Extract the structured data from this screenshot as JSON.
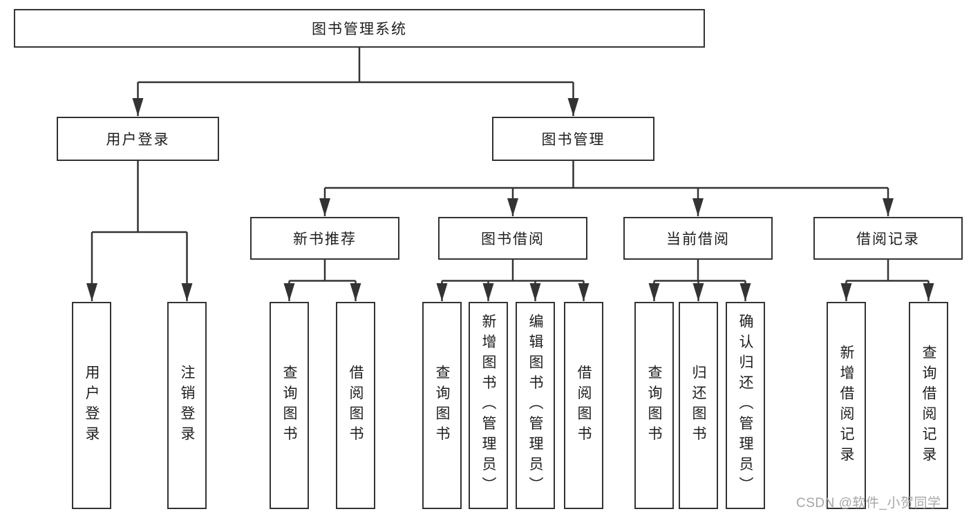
{
  "tree": {
    "root": {
      "label": "图书管理系统"
    },
    "branches": [
      {
        "label": "用户登录",
        "children": [
          {
            "label": "用户登录"
          },
          {
            "label": "注销登录"
          }
        ]
      },
      {
        "label": "图书管理",
        "sections": [
          {
            "label": "新书推荐",
            "children": [
              {
                "label": "查询图书"
              },
              {
                "label": "借阅图书"
              }
            ]
          },
          {
            "label": "图书借阅",
            "children": [
              {
                "label": "查询图书"
              },
              {
                "label": "新增图书（管理员）"
              },
              {
                "label": "编辑图书（管理员）"
              },
              {
                "label": "借阅图书"
              }
            ]
          },
          {
            "label": "当前借阅",
            "children": [
              {
                "label": "查询图书"
              },
              {
                "label": "归还图书"
              },
              {
                "label": "确认归还（管理员）"
              }
            ]
          },
          {
            "label": "借阅记录",
            "children": [
              {
                "label": "新增借阅记录"
              },
              {
                "label": "查询借阅记录"
              }
            ]
          }
        ]
      }
    ]
  },
  "watermark": {
    "text": "CSDN @软件_小贺同学"
  },
  "colors": {
    "line": "#333333",
    "box_border": "#333333",
    "text": "#1e1e1e",
    "watermark": "#a6a6a6",
    "background": "#ffffff"
  }
}
